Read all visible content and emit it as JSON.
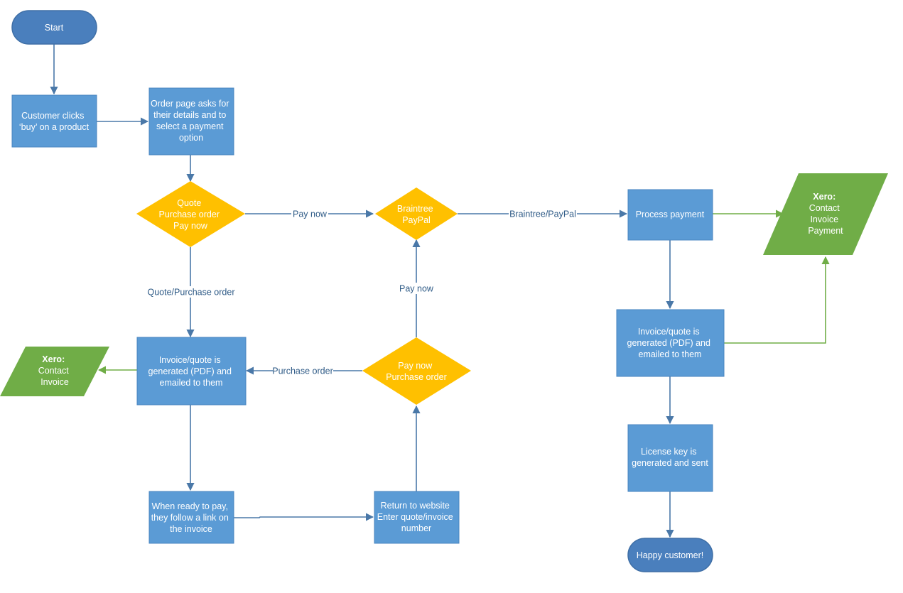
{
  "colors": {
    "process": "#5b9bd5",
    "process_stroke": "#4a86c0",
    "terminator": "#4a7fbd",
    "terminator_stroke": "#3f6fa6",
    "decision": "#ffc000",
    "data": "#70ad47",
    "edge_blue": "#4a78a8",
    "edge_green": "#70ad47",
    "label": "#2e5a86"
  },
  "nodes": {
    "start": {
      "line1": "Start"
    },
    "customer_clicks": {
      "line1": "Customer clicks",
      "line2": "‘buy’ on a product"
    },
    "order_page": {
      "line1": "Order page asks for",
      "line2": "their details and to",
      "line3": "select a payment",
      "line4": "option"
    },
    "decision_payment": {
      "line1": "Quote",
      "line2": "Purchase order",
      "line3": "Pay now"
    },
    "invoice_left": {
      "line1": "Invoice/quote is",
      "line2": "generated (PDF) and",
      "line3": "emailed to them"
    },
    "xero_left": {
      "title": "Xero:",
      "line1": "Contact",
      "line2": "Invoice"
    },
    "ready_to_pay": {
      "line1": "When ready to pay,",
      "line2": "they follow a link on",
      "line3": "the invoice"
    },
    "return_website": {
      "line1": "Return to website",
      "line2": "Enter quote/invoice",
      "line3": "number"
    },
    "decision_paynow": {
      "line1": "Pay now",
      "line2": "Purchase order"
    },
    "decision_gateway": {
      "line1": "Braintree",
      "line2": "PayPal"
    },
    "process_payment": {
      "line1": "Process payment"
    },
    "invoice_right": {
      "line1": "Invoice/quote is",
      "line2": "generated (PDF) and",
      "line3": "emailed to them"
    },
    "xero_right": {
      "title": "Xero:",
      "line1": "Contact",
      "line2": "Invoice",
      "line3": "Payment"
    },
    "license_key": {
      "line1": "License key is",
      "line2": "generated and sent"
    },
    "happy_customer": {
      "line1": "Happy customer!"
    }
  },
  "edges": {
    "pay_now_top": "Pay now",
    "quote_purchase_order": "Quote/Purchase order",
    "purchase_order": "Purchase order",
    "pay_now_up": "Pay now",
    "braintree_paypal": "Braintree/PayPal"
  }
}
